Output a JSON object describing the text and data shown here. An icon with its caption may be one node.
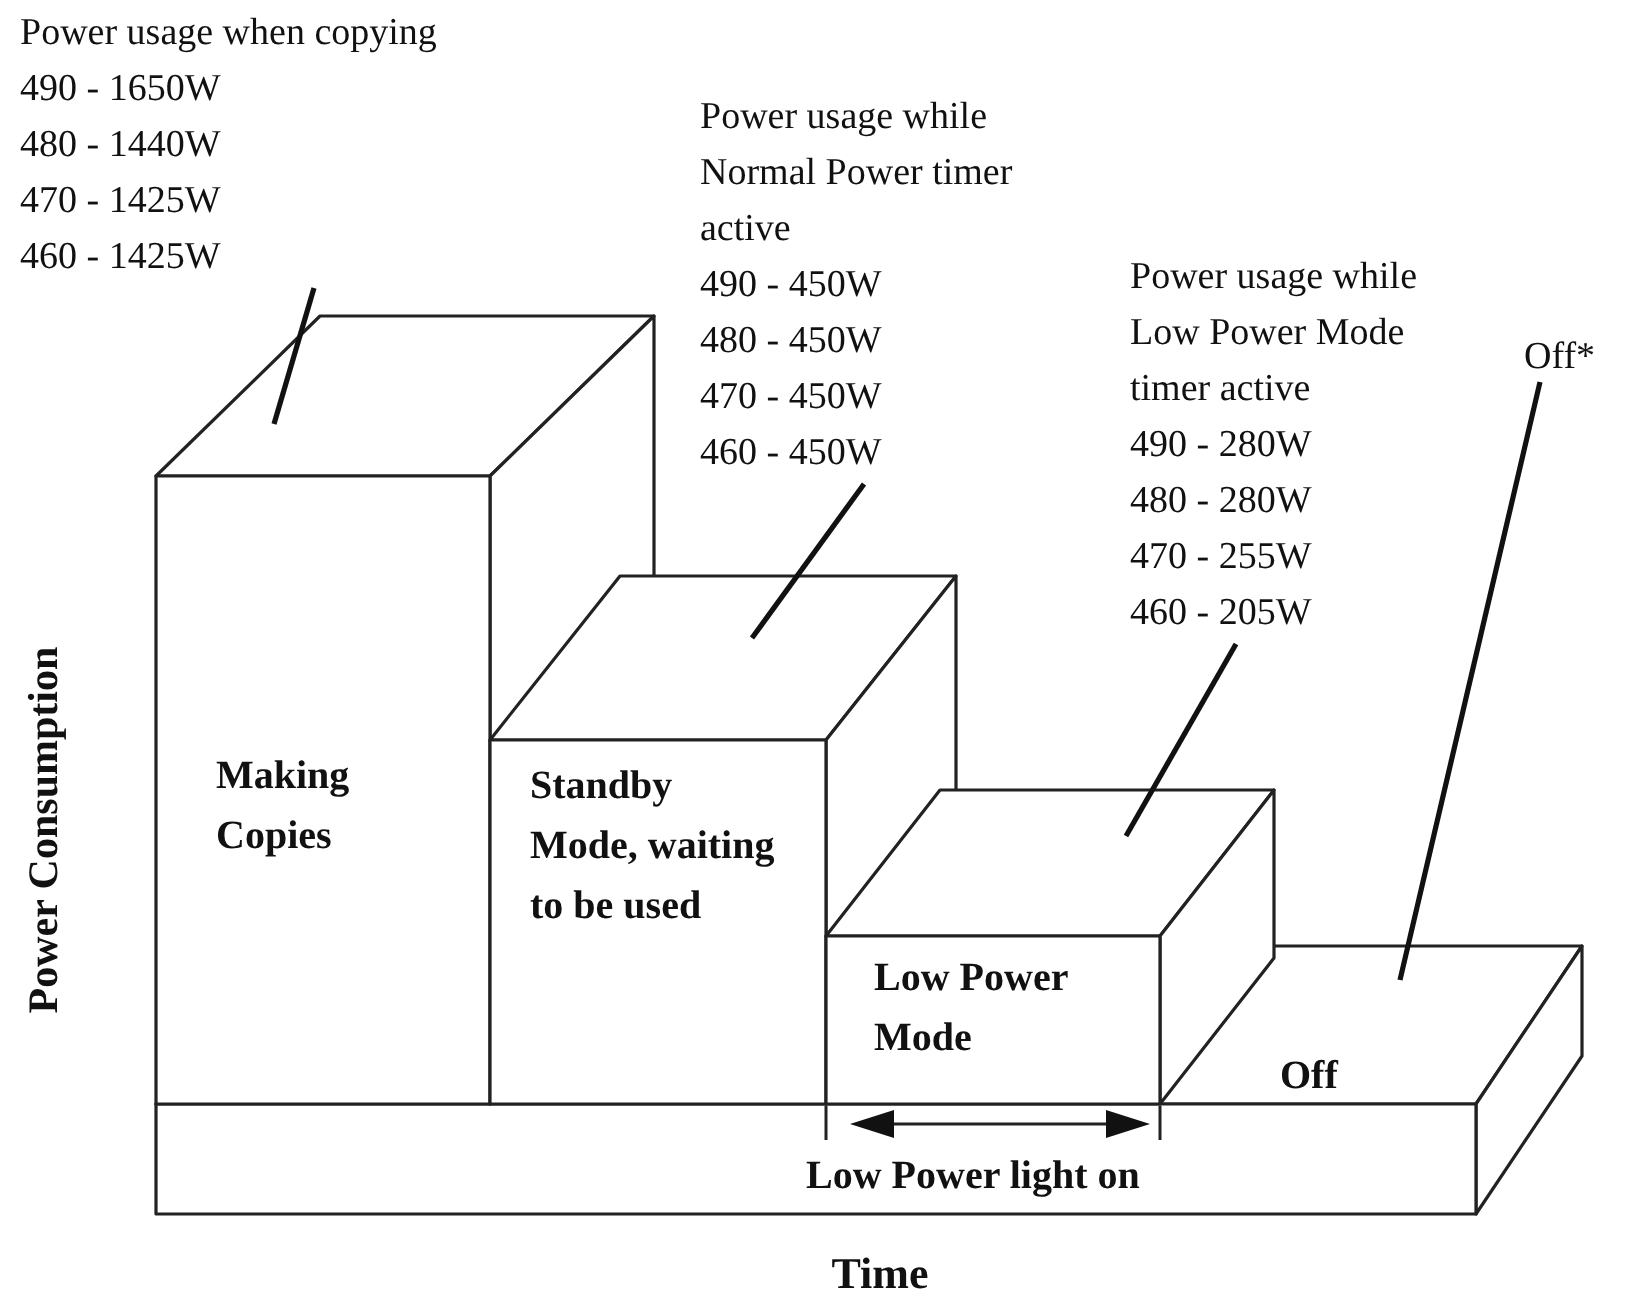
{
  "diagram": {
    "nodes": [
      {
        "text": [
          "Power usage when copying",
          "490 - 1650W",
          "480 - 1440W",
          "470 - 1425W",
          "460 - 1425W"
        ]
      },
      {
        "text": [
          "Power usage while Normal Power timer active",
          "490 - 450W",
          "480 - 450W",
          "470 - 450W",
          "460 - 450W"
        ]
      },
      {
        "text": [
          "Power usage while Low Power Mode timer active",
          "490 - 280W",
          "480 - 280W",
          "470 - 255W",
          "460 - 205W"
        ]
      },
      {
        "text": [
          "Off*"
        ]
      },
      {
        "text": [
          "Making Copies"
        ]
      },
      {
        "text": [
          "Standby Mode, waiting to be used"
        ]
      },
      {
        "text": [
          "Low Power Mode"
        ]
      },
      {
        "text": [
          "Off"
        ]
      }
    ],
    "edges": [
      {
        "from": 0,
        "to": 4,
        "arrow": "none"
      },
      {
        "from": 1,
        "to": 5,
        "arrow": "none"
      },
      {
        "from": 2,
        "to": 6,
        "arrow": "none"
      },
      {
        "from": 3,
        "to": 7,
        "arrow": "none"
      }
    ],
    "labels": [
      "Low Power light on",
      "Power Consumption",
      "Time"
    ]
  }
}
